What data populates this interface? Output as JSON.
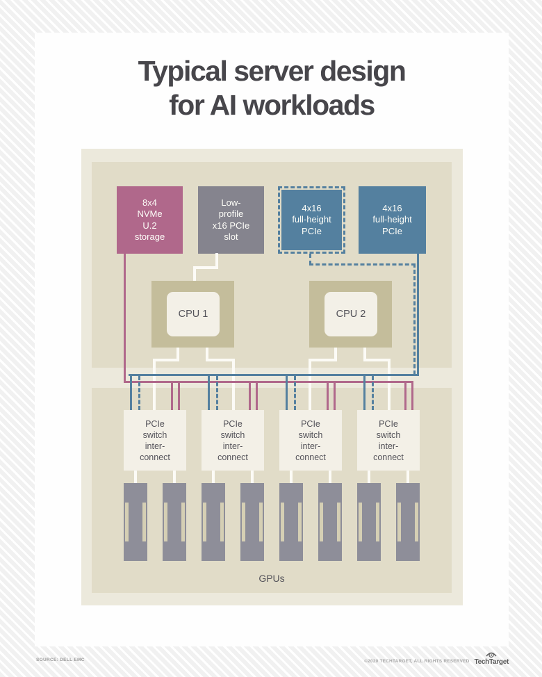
{
  "title": {
    "line1": "Typical server design",
    "line2": "for AI workloads"
  },
  "top_boxes": [
    {
      "name": "nvme-storage",
      "lines": [
        "8x4",
        "NVMe",
        "U.2",
        "storage"
      ]
    },
    {
      "name": "low-profile-slot",
      "lines": [
        "Low-",
        "profile",
        "x16 PCIe",
        "slot"
      ]
    },
    {
      "name": "pcie-full-height-dashed",
      "lines": [
        "4x16",
        "full-height",
        "PCIe"
      ]
    },
    {
      "name": "pcie-full-height",
      "lines": [
        "4x16",
        "full-height",
        "PCIe"
      ]
    }
  ],
  "cpus": [
    {
      "label": "CPU 1"
    },
    {
      "label": "CPU 2"
    }
  ],
  "switches": [
    {
      "lines": [
        "PCIe",
        "switch",
        "inter-",
        "connect"
      ]
    },
    {
      "lines": [
        "PCIe",
        "switch",
        "inter-",
        "connect"
      ]
    },
    {
      "lines": [
        "PCIe",
        "switch",
        "inter-",
        "connect"
      ]
    },
    {
      "lines": [
        "PCIe",
        "switch",
        "inter-",
        "connect"
      ]
    }
  ],
  "gpus_label": "GPUs",
  "footer": {
    "source": "SOURCE: DELL EMC",
    "copyright": "©2020 TECHTARGET, ALL RIGHTS RESERVED",
    "brand": "TechTarget"
  },
  "colors": {
    "pink": "#b0688b",
    "slate": "#85848e",
    "blue": "#54809f",
    "tan": "#c4bd9b",
    "cream": "#f3f0e7",
    "panel": "#ece9dc",
    "section": "#e1dcc8",
    "gpu": "#8e8e99",
    "slot": "#d5cfb4",
    "ink": "#47464b",
    "label": "#54535a",
    "lineWhite": "#fcfbf6"
  }
}
